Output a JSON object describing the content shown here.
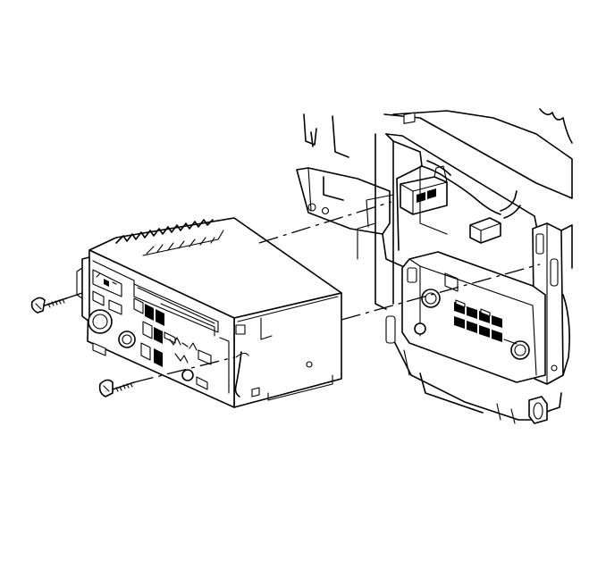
{
  "diagram": {
    "kind": "exploded-view line illustration",
    "parts": [
      "radio-receiver",
      "mounting-screw",
      "mounting-screw",
      "instrument-panel-carrier",
      "wiring-connector",
      "climate-control-panel"
    ],
    "colors": {
      "ink": "#000000",
      "paper": "#ffffff"
    }
  }
}
